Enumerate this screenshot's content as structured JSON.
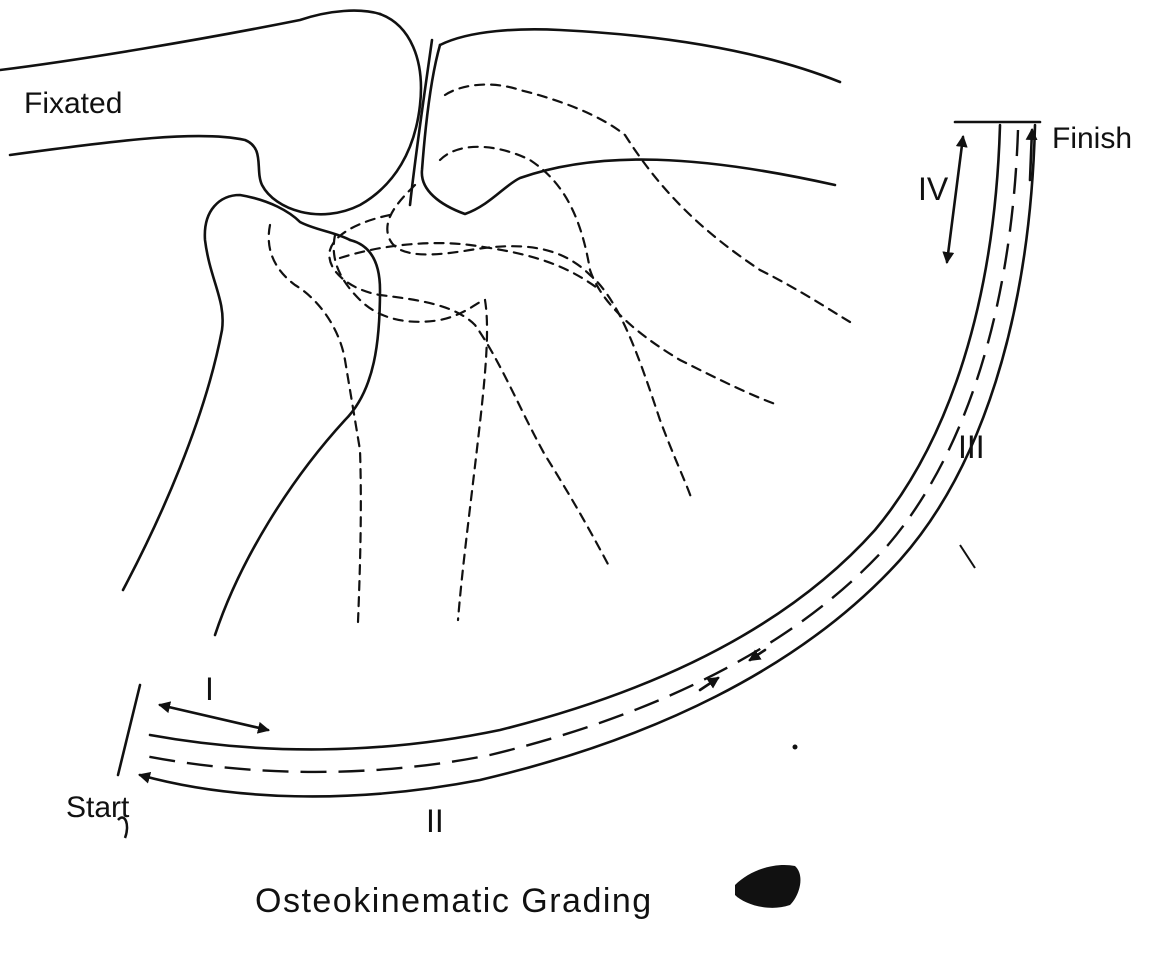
{
  "labels": {
    "fixated": "Fixated",
    "finish": "Finish",
    "start": "Start",
    "grade_1": "I",
    "grade_2": "II",
    "grade_3": "III",
    "grade_4": "IV",
    "caption": "Osteokinematic Grading"
  },
  "colors": {
    "ink": "#111111",
    "background": "#ffffff"
  }
}
